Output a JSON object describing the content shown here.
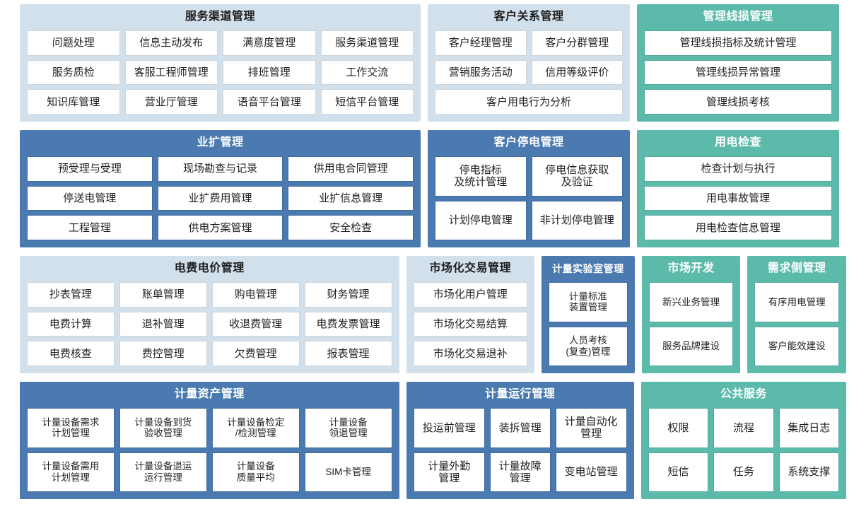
{
  "colors": {
    "light_panel": "#d2e0ec",
    "blue_panel": "#4a7ab0",
    "teal_panel": "#5cbaab",
    "cell_background": "#ffffff",
    "dark_text": "#1f1f1f",
    "light_text": "#ffffff"
  },
  "panels": {
    "service_channel": {
      "title": "服务渠道管理",
      "rows": [
        [
          "问题处理",
          "信息主动发布",
          "满意度管理",
          "服务渠道管理"
        ],
        [
          "服务质检",
          "客服工程师管理",
          "排班管理",
          "工作交流"
        ],
        [
          "知识库管理",
          "营业厅管理",
          "语音平台管理",
          "短信平台管理"
        ]
      ]
    },
    "customer_relation": {
      "title": "客户关系管理",
      "rows": [
        [
          "客户经理管理",
          "客户分群管理"
        ],
        [
          "营销服务活动",
          "信用等级评价"
        ],
        [
          "客户用电行为分析"
        ]
      ]
    },
    "line_loss": {
      "title": "管理线损管理",
      "rows": [
        [
          "管理线损指标及统计管理"
        ],
        [
          "管理线损异常管理"
        ],
        [
          "管理线损考核"
        ]
      ]
    },
    "business_expansion": {
      "title": "业扩管理",
      "rows": [
        [
          "预受理与受理",
          "现场勘查与记录",
          "供用电合同管理"
        ],
        [
          "停送电管理",
          "业扩费用管理",
          "业扩信息管理"
        ],
        [
          "工程管理",
          "供电方案管理",
          "安全检查"
        ]
      ]
    },
    "customer_outage": {
      "title": "客户停电管理",
      "rows": [
        [
          "停电指标\n及统计管理",
          "停电信息获取\n及验证"
        ],
        [
          "计划停电管理",
          "非计划停电管理"
        ]
      ]
    },
    "power_inspection": {
      "title": "用电检查",
      "rows": [
        [
          "检查计划与执行"
        ],
        [
          "用电事故管理"
        ],
        [
          "用电检查信息管理"
        ]
      ]
    },
    "fee_price": {
      "title": "电费电价管理",
      "rows": [
        [
          "抄表管理",
          "账单管理",
          "购电管理",
          "财务管理"
        ],
        [
          "电费计算",
          "退补管理",
          "收退费管理",
          "电费发票管理"
        ],
        [
          "电费核查",
          "费控管理",
          "欠费管理",
          "报表管理"
        ]
      ]
    },
    "market_trade": {
      "title": "市场化交易管理",
      "rows": [
        [
          "市场化用户管理"
        ],
        [
          "市场化交易结算"
        ],
        [
          "市场化交易退补"
        ]
      ]
    },
    "metering_lab": {
      "title": "计量实验室管理",
      "rows": [
        [
          "计量标准\n装置管理"
        ],
        [
          "人员考核\n(复查)管理"
        ]
      ]
    },
    "market_development": {
      "title": "市场开发",
      "rows": [
        [
          "新兴业务管理"
        ],
        [
          "服务品牌建设"
        ]
      ]
    },
    "demand_side": {
      "title": "需求侧管理",
      "rows": [
        [
          "有序用电管理"
        ],
        [
          "客户能效建设"
        ]
      ]
    },
    "metering_asset": {
      "title": "计量资产管理",
      "rows": [
        [
          "计量设备需求\n计划管理",
          "计量设备到货\n验收管理",
          "计量设备检定\n/检测管理",
          "计量设备\n领退管理"
        ],
        [
          "计量设备需用\n计划管理",
          "计量设备退运\n运行管理",
          "计量设备\n质量平均",
          "SIM卡管理"
        ]
      ]
    },
    "metering_operation": {
      "title": "计量运行管理",
      "rows": [
        [
          "投运前管理",
          "装拆管理",
          "计量自动化\n管理"
        ],
        [
          "计量外勤\n管理",
          "计量故障\n管理",
          "变电站管理"
        ]
      ]
    },
    "public_service": {
      "title": "公共服务",
      "rows": [
        [
          "权限",
          "流程",
          "集成日志"
        ],
        [
          "短信",
          "任务",
          "系统支撑"
        ]
      ]
    }
  }
}
